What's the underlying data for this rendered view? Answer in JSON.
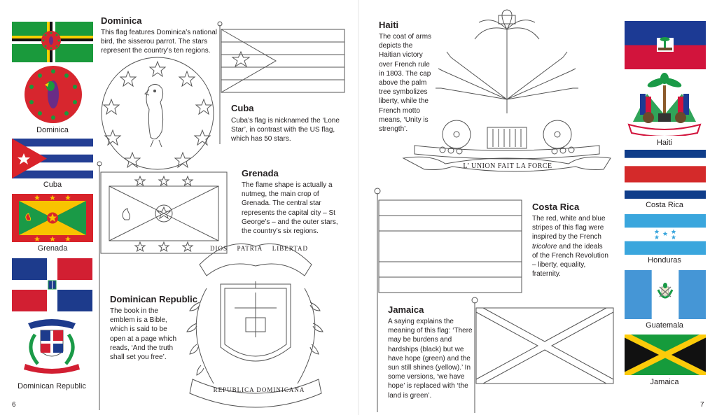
{
  "page_left": {
    "page_number": "6",
    "captions": {
      "dominica": "Dominica",
      "cuba": "Cuba",
      "grenada": "Grenada",
      "dominican_republic": "Dominican Republic"
    },
    "sections": {
      "dominica": {
        "title": "Dominica",
        "text": "This flag features Dominica’s national bird, the sisserou parrot. The stars represent the country’s ten regions."
      },
      "cuba": {
        "title": "Cuba",
        "text": "Cuba’s flag is nicknamed the ‘Lone Star’, in contrast with the US flag, which has 50 stars."
      },
      "grenada": {
        "title": "Grenada",
        "text": "The flame shape is actually a nutmeg, the main crop of Grenada. The central star represents the capital city – St George’s – and the outer stars, the country’s six regions."
      },
      "dominican_republic": {
        "title": "Dominican Republic",
        "text": "The book in the emblem is a Bible, which is said to be open at a page which reads, ‘And the truth shall set you free’."
      }
    },
    "emblem_text": {
      "dr_ribbon_top_1": "DIOS",
      "dr_ribbon_top_2": "PATRIA",
      "dr_ribbon_top_3": "LIBERTAD",
      "dr_ribbon_bottom": "REPUBLICA DOMINICANA"
    }
  },
  "page_right": {
    "page_number": "7",
    "captions": {
      "haiti": "Haiti",
      "costa_rica": "Costa Rica",
      "honduras": "Honduras",
      "guatemala": "Guatemala",
      "jamaica": "Jamaica"
    },
    "sections": {
      "haiti": {
        "title": "Haiti",
        "text": "The coat of arms depicts the Haitian victory over French rule in 1803. The cap above the palm tree symbolizes liberty, while the French motto means, ‘Unity is strength’."
      },
      "costa_rica": {
        "title": "Costa Rica",
        "text_before": "The red, white and blue stripes of this flag were inspired by the French ",
        "text_italic": "tricolore",
        "text_after": " and the ideals of the French Revolution – liberty, equality, fraternity."
      },
      "jamaica": {
        "title": "Jamaica",
        "text": "A saying explains the meaning of this flag: ‘There may be burdens and hardships (black) but we have hope (green) and the sun still shines (yellow).’ In some versions, ‘we have hope’ is replaced with ‘the land is green’."
      }
    },
    "emblem_text": {
      "haiti_motto": "L’ UNION FAIT LA FORCE"
    }
  },
  "colors": {
    "dominica_green": "#1a9a3c",
    "dominica_red": "#d7262e",
    "cuba_blue": "#243f94",
    "cuba_red": "#d9232a",
    "grenada_red": "#d8232a",
    "grenada_green": "#1a9a47",
    "grenada_yellow": "#f8c300",
    "dr_blue": "#1d3b8c",
    "dr_red": "#d21f32",
    "haiti_blue": "#1c3a94",
    "haiti_red": "#d2143c",
    "costa_rica_blue": "#0f3d8a",
    "costa_rica_red": "#d42a2a",
    "honduras_blue": "#3aa6dd",
    "guatemala_blue": "#4596d6",
    "jamaica_green": "#169b3c",
    "jamaica_yellow": "#fccb0a",
    "jamaica_black": "#111111"
  }
}
